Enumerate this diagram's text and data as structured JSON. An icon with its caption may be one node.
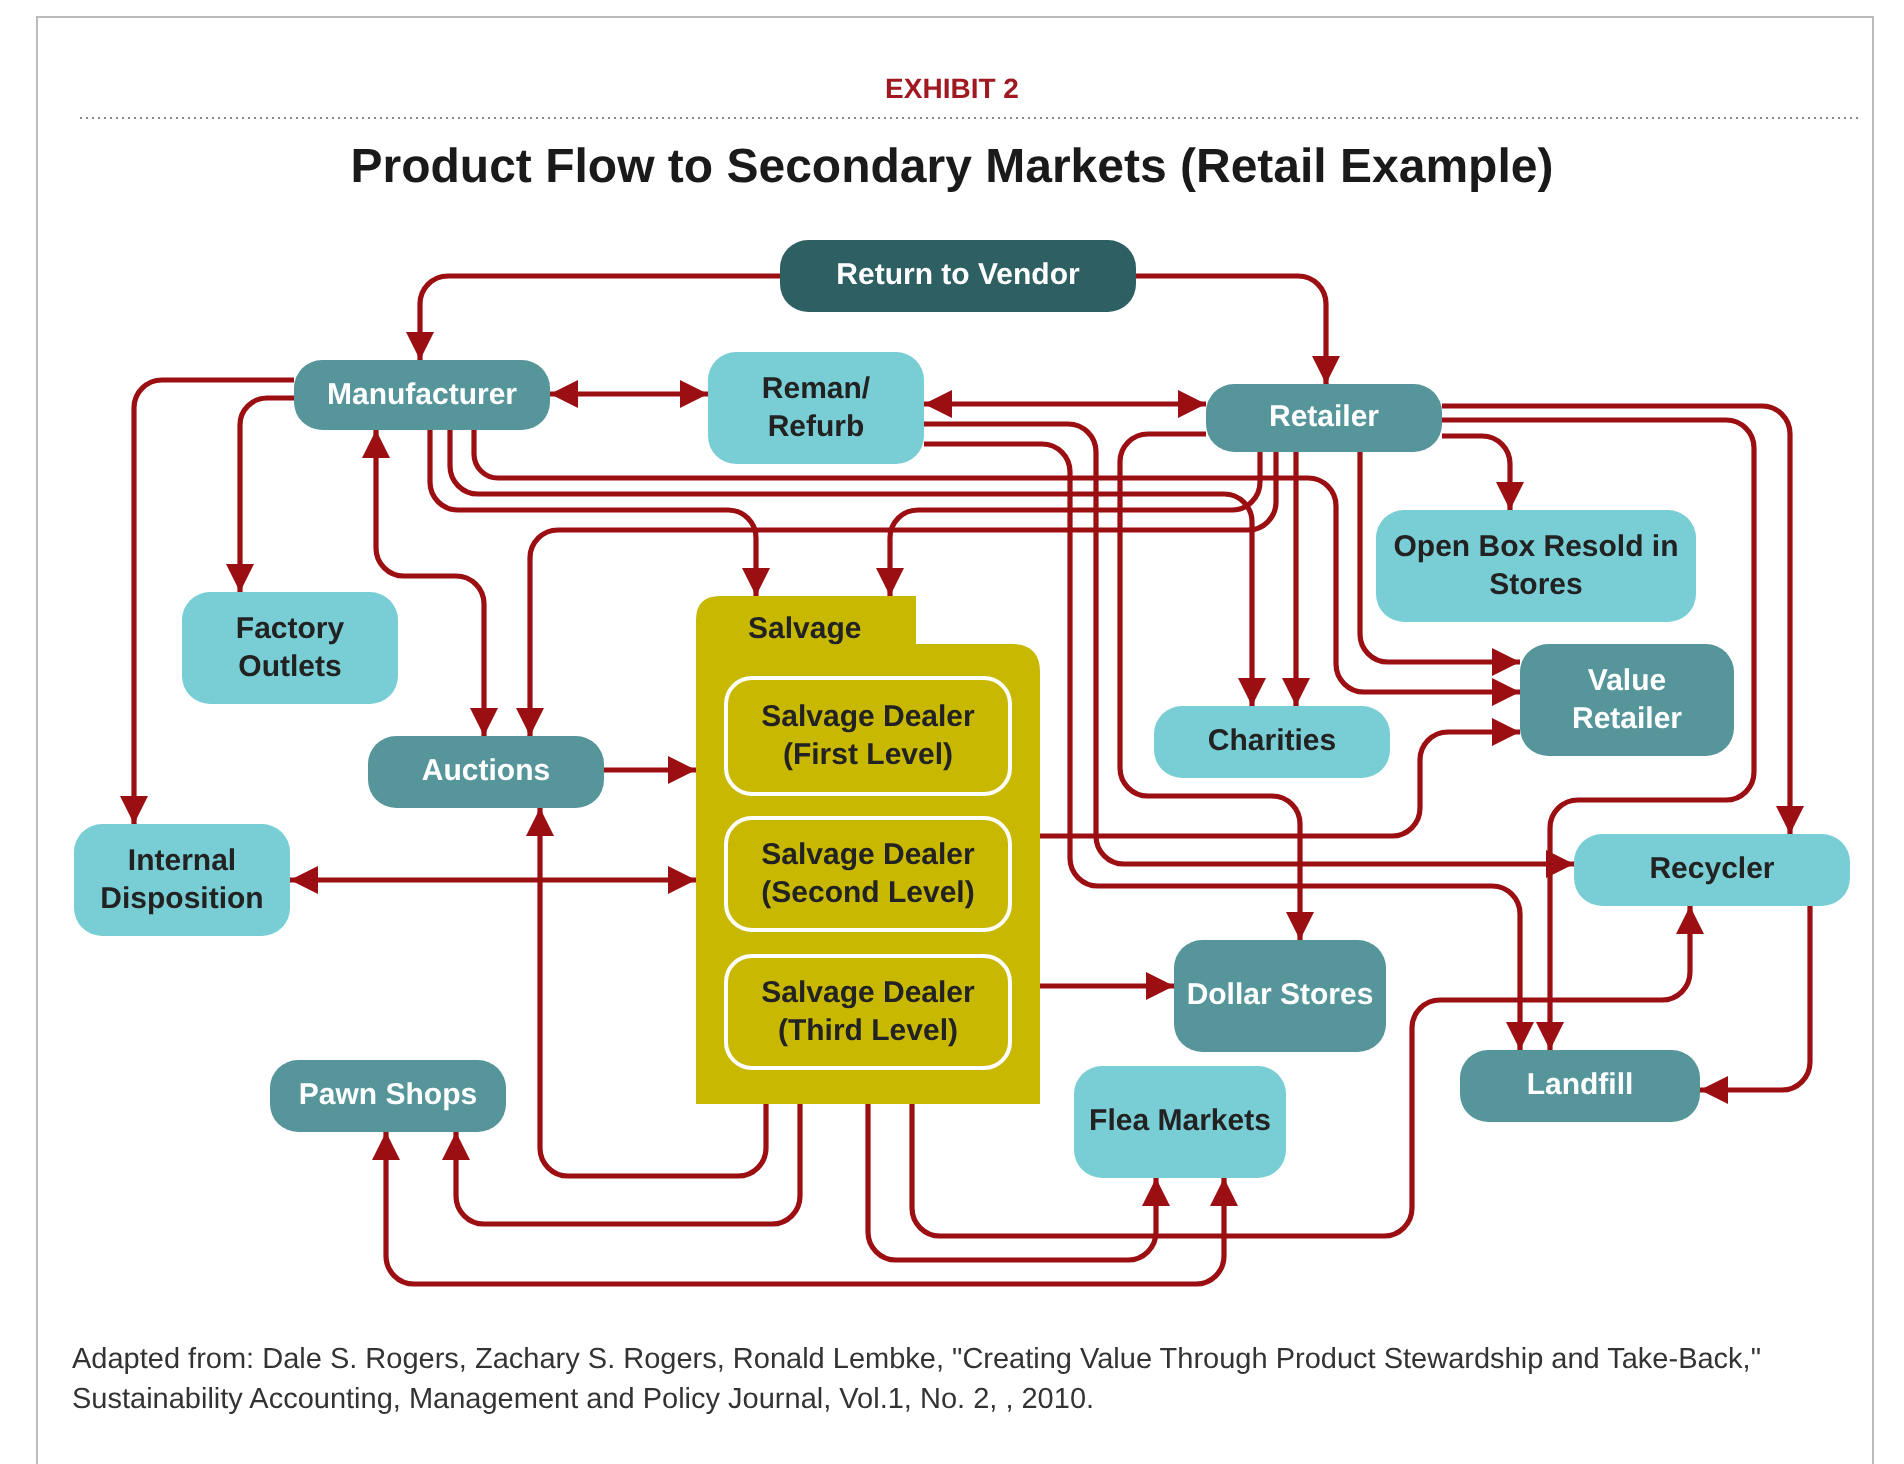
{
  "diagram": {
    "title": "Product Flow to Secondary Markets (Retail Example)",
    "caption": "Adapted from: Dale S. Rogers, Zachary S. Rogers, Ronald Lembke, \"Creating Value Through Product Stewardship and Take-Back,\" Sustainability Accounting, Management and Policy Journal, Vol.1, No. 2, , 2010.",
    "labels": [
      "EXHIBIT 2"
    ],
    "nodes": [
      {
        "text": [
          "Return to Vendor"
        ]
      },
      {
        "text": [
          "Manufacturer"
        ]
      },
      {
        "text": [
          "Reman/ Refurb"
        ]
      },
      {
        "text": [
          "Retailer"
        ]
      },
      {
        "text": [
          "Factory Outlets"
        ]
      },
      {
        "text": [
          "Open Box Resold in Stores"
        ]
      },
      {
        "text": [
          "Salvage"
        ]
      },
      {
        "text": [
          "Salvage Dealer (First Level)"
        ],
        "in": 6
      },
      {
        "text": [
          "Salvage Dealer (Second Level)"
        ],
        "in": 6
      },
      {
        "text": [
          "Salvage Dealer (Third Level)"
        ],
        "in": 6
      },
      {
        "text": [
          "Auctions"
        ]
      },
      {
        "text": [
          "Charities"
        ]
      },
      {
        "text": [
          "Value Retailer"
        ]
      },
      {
        "text": [
          "Internal Disposition"
        ]
      },
      {
        "text": [
          "Recycler"
        ]
      },
      {
        "text": [
          "Dollar Stores"
        ]
      },
      {
        "text": [
          "Pawn Shops"
        ]
      },
      {
        "text": [
          "Flea Markets"
        ]
      },
      {
        "text": [
          "Landfill"
        ]
      }
    ],
    "edges": [
      {
        "from": 0,
        "to": 1,
        "arrow": "to"
      },
      {
        "from": 0,
        "to": 3,
        "arrow": "to"
      },
      {
        "from": 1,
        "to": 2,
        "arrow": "both"
      },
      {
        "from": 2,
        "to": 3,
        "arrow": "both"
      },
      {
        "from": 1,
        "to": 4,
        "arrow": "to"
      },
      {
        "from": 1,
        "to": 13,
        "arrow": "to"
      },
      {
        "from": 1,
        "to": 10,
        "arrow": "both"
      },
      {
        "from": 1,
        "to": 6,
        "arrow": "to"
      },
      {
        "from": 1,
        "to": 11,
        "arrow": "to"
      },
      {
        "from": 1,
        "to": 12,
        "arrow": "to"
      },
      {
        "from": 3,
        "to": 6,
        "arrow": "to"
      },
      {
        "from": 3,
        "to": 10,
        "arrow": "to"
      },
      {
        "from": 3,
        "to": 11,
        "arrow": "to"
      },
      {
        "from": 3,
        "to": 5,
        "arrow": "to"
      },
      {
        "from": 3,
        "to": 12,
        "arrow": "to"
      },
      {
        "from": 3,
        "to": 14,
        "arrow": "to"
      },
      {
        "from": 3,
        "to": 18,
        "arrow": "to"
      },
      {
        "from": 3,
        "to": 15,
        "arrow": "to"
      },
      {
        "from": 2,
        "to": 14,
        "arrow": "to"
      },
      {
        "from": 2,
        "to": 18,
        "arrow": "to"
      },
      {
        "from": 10,
        "to": 6,
        "arrow": "to"
      },
      {
        "from": 13,
        "to": 6,
        "arrow": "both"
      },
      {
        "from": 6,
        "to": 15,
        "arrow": "to"
      },
      {
        "from": 6,
        "to": 12,
        "arrow": "to"
      },
      {
        "from": 6,
        "to": 10,
        "arrow": "to"
      },
      {
        "from": 6,
        "to": 16,
        "arrow": "to"
      },
      {
        "from": 6,
        "to": 17,
        "arrow": "to"
      },
      {
        "from": 6,
        "to": 14,
        "arrow": "to"
      },
      {
        "from": 16,
        "to": 17,
        "arrow": "both"
      },
      {
        "from": 14,
        "to": 18,
        "arrow": "to"
      }
    ]
  }
}
